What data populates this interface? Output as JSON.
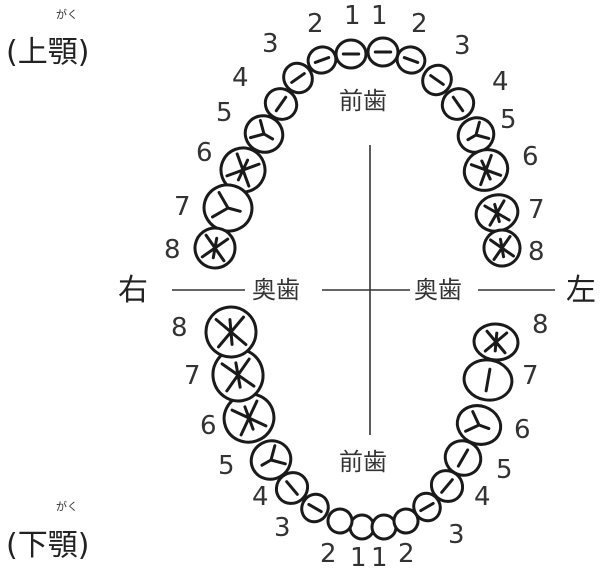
{
  "labels": {
    "upper_jaw": "(上顎)",
    "lower_jaw": "(下顎)",
    "jaw_reading": "がく",
    "front_teeth_upper": "前歯",
    "front_teeth_lower": "前歯",
    "back_teeth_right": "奥歯",
    "back_teeth_left": "奥歯",
    "right": "右",
    "left": "左"
  },
  "upper_right_numbers": [
    "1",
    "2",
    "3",
    "4",
    "5",
    "6",
    "7",
    "8"
  ],
  "upper_left_numbers": [
    "1",
    "2",
    "3",
    "4",
    "5",
    "6",
    "7",
    "8"
  ],
  "lower_right_numbers": [
    "1",
    "2",
    "3",
    "4",
    "5",
    "6",
    "7",
    "8"
  ],
  "lower_left_numbers": [
    "1",
    "2",
    "3",
    "4",
    "5",
    "6",
    "7",
    "8"
  ],
  "colors": {
    "ink": "#1a1a1a",
    "text": "#333333",
    "background": "#ffffff"
  }
}
